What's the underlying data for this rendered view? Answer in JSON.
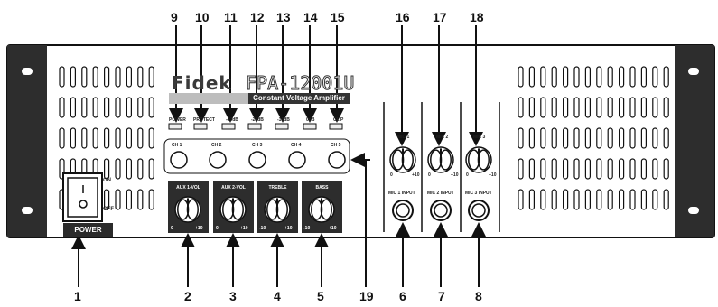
{
  "brand": {
    "name": "Fidek",
    "model": "FPA-12001U",
    "subtitle": "Constant Voltage Amplifier"
  },
  "indicators": [
    "POWER",
    "PROTECT",
    "-40dB",
    "-20dB",
    "-10dB",
    "0dB",
    "CLIP"
  ],
  "channels": [
    "CH 1",
    "CH 2",
    "CH 3",
    "CH 4",
    "CH 5"
  ],
  "knobs": [
    {
      "label": "AUX 1-VOL",
      "min": "0",
      "max": "+10"
    },
    {
      "label": "AUX 2-VOL",
      "min": "0",
      "max": "+10"
    },
    {
      "label": "TREBLE",
      "min": "-10",
      "max": "+10"
    },
    {
      "label": "BASS",
      "min": "-10",
      "max": "+10"
    }
  ],
  "mics": [
    {
      "label": "MIC 1",
      "input": "MIC 1 INPUT",
      "min": "0",
      "max": "+10"
    },
    {
      "label": "MIC 2",
      "input": "MIC 2 INPUT",
      "min": "0",
      "max": "+10"
    },
    {
      "label": "MIC 3",
      "input": "MIC 3 INPUT",
      "min": "0",
      "max": "+10"
    }
  ],
  "power_switch": {
    "label": "POWER",
    "on": "ON",
    "off": "OFF"
  },
  "callouts_top": [
    "9",
    "10",
    "11",
    "12",
    "13",
    "14",
    "15",
    "16",
    "17",
    "18"
  ],
  "callouts_bottom": [
    "1",
    "2",
    "3",
    "4",
    "5",
    "19",
    "6",
    "7",
    "8"
  ]
}
